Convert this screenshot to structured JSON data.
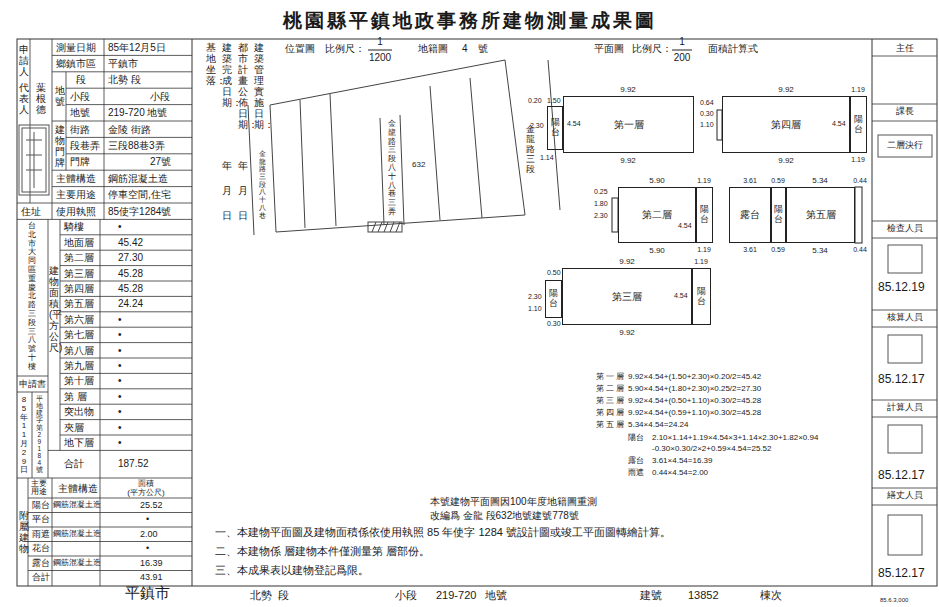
{
  "diagram": {
    "title": "桃園縣平鎮地政事務所建物測量成果圖",
    "nodes": [
      {
        "text": [
          "陽台"
        ]
      },
      {
        "text": [
          "第一層"
        ]
      },
      {
        "text": [
          "第四層"
        ]
      },
      {
        "text": [
          "陽台"
        ]
      },
      {
        "text": [
          "第二層"
        ]
      },
      {
        "text": [
          "陽台"
        ]
      },
      {
        "text": [
          "露台"
        ]
      },
      {
        "text": [
          "陽台"
        ]
      },
      {
        "text": [
          "第五層"
        ]
      },
      {
        "text": [
          "陽台"
        ]
      },
      {
        "text": [
          "第三層"
        ]
      },
      {
        "text": [
          "陽台"
        ]
      }
    ],
    "labels": [
      "位置圖",
      "比例尺：",
      "1",
      "1200",
      "地籍圖",
      "4",
      "號",
      "平面圖",
      "比例尺：",
      "1",
      "200",
      "面積計算式",
      "測量日期",
      "85年12月5日",
      "鄉鎮市區",
      "平鎮市",
      "段",
      "北勢 段",
      "小段",
      "小段",
      "地號",
      "219-720 地號",
      "街路",
      "金陵 街路",
      "段巷弄",
      "三段88巷3弄",
      "門牌",
      "27號",
      "主體構造",
      "鋼筋混凝土造",
      "主要用途",
      "停車空間,住宅",
      "使用執照",
      "85使字1284號",
      "住址",
      "地號",
      "建物門牌",
      "申請人",
      "代表人",
      "葉根德",
      "騎樓",
      "•",
      "地面層",
      "45.42",
      "第二層",
      "27.30",
      "第三層",
      "45.28",
      "第四層",
      "45.28",
      "第五層",
      "24.24",
      "第六層",
      "•",
      "第七層",
      "•",
      "第八層",
      "•",
      "第九層",
      "•",
      "第十層",
      "•",
      "第 層",
      "•",
      "突出物",
      "•",
      "夾層",
      "•",
      "地下層",
      "•",
      "合計",
      "187.52",
      "建物面積(平方公尺)",
      "台北市大同區重慶北路三段三八號十樓",
      "申請書",
      "85年11月29日",
      "平地建字第29184號",
      "附屬建物",
      "主要用途",
      "主體構造",
      "面積",
      "(平方公尺)",
      "陽台",
      "鋼筋混凝土造",
      "25.52",
      "平台",
      "•",
      "雨遮",
      "鋼筋混凝土造",
      "2.00",
      "花台",
      "•",
      "露台",
      "鋼筋混凝土造",
      "16.39",
      "合計",
      "43.91",
      "基地坐落：",
      "建築完成日期：",
      "年",
      "月",
      "日",
      "都市計畫公佈日期：",
      "年",
      "月",
      "日",
      "建築管理實施日期：",
      "金龍路三段八十八巷",
      "金龍路三段八十八巷三弄",
      "金龍路三段",
      "632",
      "0.20",
      "1.50",
      "9.92",
      "2.30",
      "4.54",
      "1.14",
      "9.92",
      "0.64",
      "0.30",
      "1.10",
      "9.92",
      "1.19",
      "4.54",
      "9.92",
      "1.19",
      "5.90",
      "1.19",
      "0.25",
      "1.80",
      "2.30",
      "4.54",
      "5.90",
      "1.19",
      "3.61",
      "0.59",
      "5.34",
      "0.44",
      "3.61",
      "0.59",
      "5.34",
      "0.44",
      "9.92",
      "1.19",
      "0.50",
      "2.30",
      "1.10",
      "0.30",
      "4.54",
      "9.92",
      "第 一 層",
      "9.92×4.54+(1.50+2.30)×0.20/2=45.42",
      "第 二 層",
      "5.90×4.54+(1.80+2.30)×0.25/2=27.30",
      "第 三 層",
      "9.92×4.54+(0.50+1.10)×0.30/2=45.28",
      "第 四 層",
      "9.92×4.54+(0.59+1.10)×0.30/2=45.28",
      "第 五 層",
      "5.34×4.54=24.24",
      "陽台",
      "2.10×1.14+1.19×4.54×3+1.14×2.30+1.82×0.94",
      "-0.30×0.30/2×2+0.59×4.54=25.52",
      "露台",
      "3.61×4.54=16.39",
      "雨遮",
      "0.44×4.54=2.00",
      "本號建物平面圖因100年度地籍圖重測",
      "改編爲 金龍 段632地號建號778號",
      "一、本建物平面圖及建物面積係依使用執照 85 年使字 1284 號設計圖或竣工平面圖轉繪計算。",
      "二、本建物係 層建物本件僅測量第 層部份。",
      "三、本成果表以建物登記爲限。",
      "平鎮市",
      "北勢",
      "段",
      "小段",
      "219-720",
      "地號",
      "建號",
      "13852",
      "棟次",
      "主任",
      "課長",
      "檢查人員",
      "核算人員",
      "計算人員",
      "繕丈人員",
      "二層決行",
      "85.12.19",
      "85.12.17",
      "85.12.17",
      "85.12.17",
      "85.6.3,000"
    ]
  }
}
